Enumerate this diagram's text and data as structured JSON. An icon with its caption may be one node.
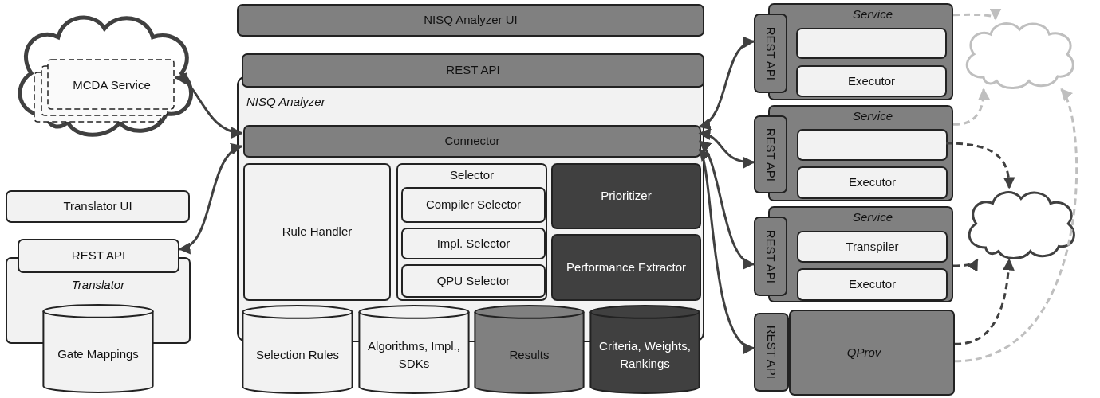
{
  "diagram": {
    "nodes": [
      {
        "text": [],
        "shape": "cloud"
      },
      {
        "text": [
          "MCDA Service"
        ],
        "in": 0
      },
      {
        "text": [
          "Translator UI"
        ]
      },
      {
        "text": [
          "Translator"
        ]
      },
      {
        "text": [
          "REST API"
        ]
      },
      {
        "text": [
          "Gate Mappings"
        ]
      },
      {
        "text": [
          "NISQ Analyzer UI"
        ]
      },
      {
        "text": [
          "REST API"
        ]
      },
      {
        "text": [
          "NISQ Analyzer"
        ]
      },
      {
        "text": [
          "Connector"
        ],
        "in": 8
      },
      {
        "text": [
          "Rule Handler"
        ],
        "in": 8
      },
      {
        "text": [
          "Selector"
        ],
        "in": 8
      },
      {
        "text": [
          "Compiler Selector"
        ],
        "in": 11
      },
      {
        "text": [
          "Impl. Selector"
        ],
        "in": 11
      },
      {
        "text": [
          "QPU Selector"
        ],
        "in": 11
      },
      {
        "text": [
          "Prioritizer"
        ],
        "in": 8
      },
      {
        "text": [
          "Performance Extractor"
        ],
        "in": 8
      },
      {
        "text": [
          "Selection Rules"
        ]
      },
      {
        "text": [
          "Algorithms, Impl., SDKs"
        ]
      },
      {
        "text": [
          "Results"
        ]
      },
      {
        "text": [
          "Criteria, Weights, Rankings"
        ]
      },
      {
        "text": [
          "Service"
        ]
      },
      {
        "text": [
          "REST API"
        ]
      },
      {
        "text": [],
        "shape": "box",
        "in": 21
      },
      {
        "text": [
          "Executor"
        ],
        "in": 21
      },
      {
        "text": [
          "Service"
        ]
      },
      {
        "text": [
          "REST API"
        ]
      },
      {
        "text": [],
        "shape": "box",
        "in": 25
      },
      {
        "text": [
          "Executor"
        ],
        "in": 25
      },
      {
        "text": [
          "Service"
        ]
      },
      {
        "text": [
          "REST API"
        ]
      },
      {
        "text": [
          "Transpiler"
        ],
        "in": 29
      },
      {
        "text": [
          "Executor"
        ],
        "in": 29
      },
      {
        "text": [
          "QProv"
        ]
      },
      {
        "text": [
          "REST API"
        ]
      },
      {
        "text": [],
        "shape": "cloud"
      },
      {
        "text": [],
        "shape": "cloud"
      }
    ],
    "edges": [
      {
        "from": 1,
        "to": 9,
        "arrow": "both"
      },
      {
        "from": 4,
        "to": 9,
        "arrow": "both"
      },
      {
        "from": 9,
        "to": 22,
        "arrow": "both"
      },
      {
        "from": 9,
        "to": 26,
        "arrow": "both"
      },
      {
        "from": 9,
        "to": 30,
        "arrow": "both"
      },
      {
        "from": 9,
        "to": 34,
        "arrow": "both"
      },
      {
        "from": 21,
        "to": 35,
        "arrow": "to",
        "style": "dashed",
        "color": "#bfbfbf"
      },
      {
        "from": 25,
        "to": 35,
        "arrow": "to",
        "style": "dashed",
        "color": "#bfbfbf"
      },
      {
        "from": 27,
        "to": 36,
        "arrow": "to",
        "style": "dashed"
      },
      {
        "from": 29,
        "to": 36,
        "arrow": "to",
        "style": "dashed"
      },
      {
        "from": 33,
        "to": 36,
        "arrow": "to",
        "style": "dashed"
      },
      {
        "from": 33,
        "to": 35,
        "arrow": "to",
        "style": "dashed",
        "color": "#bfbfbf"
      }
    ]
  }
}
